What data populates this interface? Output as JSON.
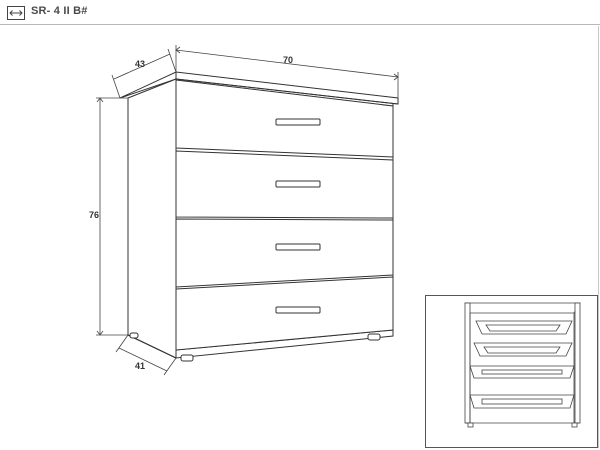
{
  "header": {
    "title": "SR- 4 II B#",
    "icon": "width-arrows-icon"
  },
  "dimensions": {
    "depth_top": "43",
    "width": "70",
    "height": "76",
    "depth_bottom": "41"
  },
  "drawers": {
    "count": 4,
    "handle_icon": "bar-handle-icon"
  },
  "inset_view": {
    "icon": "open-drawers-icon"
  }
}
